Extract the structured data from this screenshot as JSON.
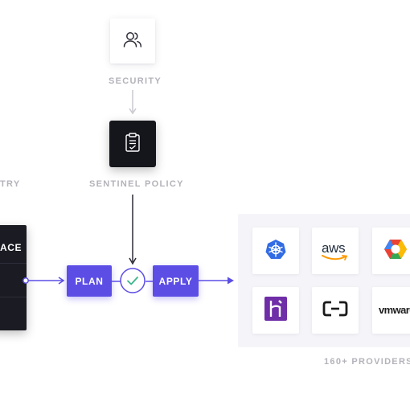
{
  "nodes": {
    "security": {
      "label": "SECURITY",
      "icon": "users-icon"
    },
    "sentinel": {
      "label": "SENTINEL POLICY",
      "icon": "clipboard-check-icon"
    },
    "registry": {
      "label": "TRY"
    },
    "workspace": {
      "label": "ACE"
    },
    "plan": {
      "label": "PLAN"
    },
    "check": {
      "icon": "check-icon"
    },
    "apply": {
      "label": "APPLY"
    }
  },
  "providers": {
    "label": "160+ PROVIDERS",
    "items": [
      {
        "name": "kubernetes",
        "icon": "kubernetes-icon"
      },
      {
        "name": "aws",
        "text": "aws",
        "icon": "aws-icon"
      },
      {
        "name": "google-cloud",
        "icon": "google-cloud-icon"
      },
      {
        "name": "heroku",
        "icon": "heroku-icon"
      },
      {
        "name": "alibaba-cloud",
        "icon": "alibaba-cloud-icon"
      },
      {
        "name": "vmware",
        "text": "vmware",
        "icon": "vmware-icon"
      }
    ]
  },
  "colors": {
    "accent": "#5c4ee5",
    "check": "#3bb58a",
    "dark": "#15151c",
    "label": "#b3b3bb"
  }
}
